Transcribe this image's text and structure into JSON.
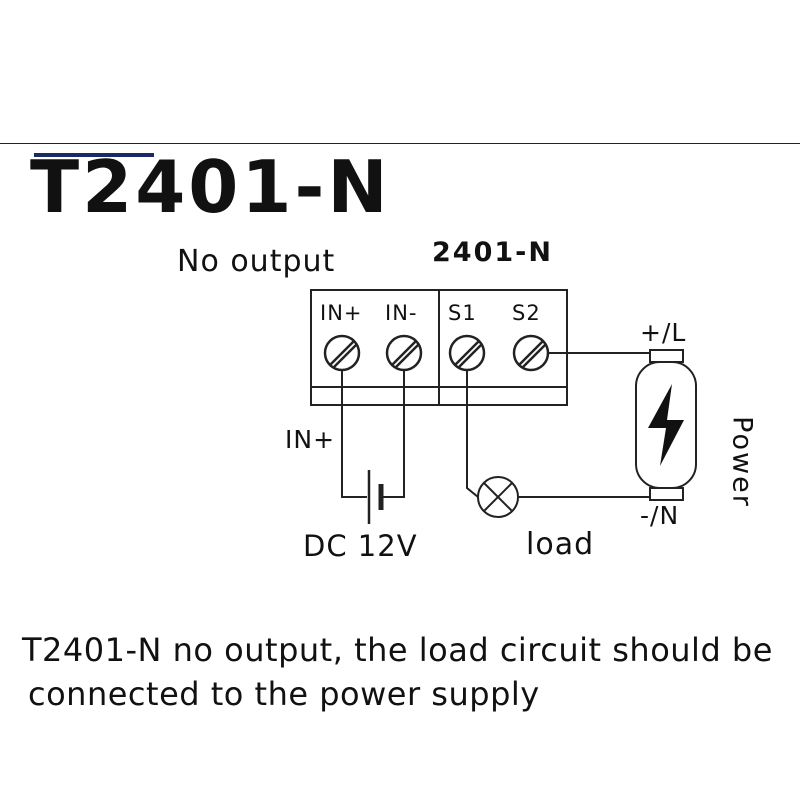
{
  "title": "T2401-N",
  "labels": {
    "no_output": "No output",
    "model": "2401-N",
    "in_plus_terminal": "IN+",
    "in_minus_terminal": "IN-",
    "s1_terminal": "S1",
    "s2_terminal": "S2",
    "plus_l": "+/L",
    "minus_n": "-/N",
    "in_plus_wire": "IN+",
    "dc_source": "DC 12V",
    "load": "load",
    "power": "Power"
  },
  "caption": {
    "line1": "T2401-N no output, the load circuit should be",
    "line2": "connected to the power supply"
  }
}
